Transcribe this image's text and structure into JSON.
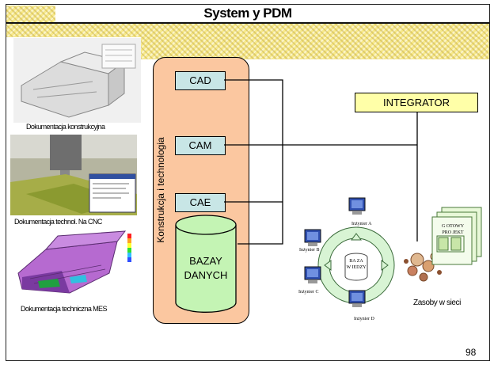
{
  "slide": {
    "title": "System y PDM",
    "page_number": "98"
  },
  "left_images": [
    {
      "caption": "Dokumentacja konstrukcyjna"
    },
    {
      "caption": "Dokumentacja technol. Na CNC"
    },
    {
      "caption": "Dokumentacja techniczna MES"
    }
  ],
  "center_block": {
    "vertical_label": "Konstrukcja i technologia",
    "tools": [
      "CAD",
      "CAM",
      "CAE"
    ],
    "database_label_line1": "BAZAY",
    "database_label_line2": "DANYCH"
  },
  "integrator": {
    "label": "INTEGRATOR"
  },
  "network": {
    "center_label_line1": "BA ZA",
    "center_label_line2": "W IEDZY",
    "engineers": [
      "Inżynier A",
      "Inżynier B",
      "Inżynier C",
      "Inżynier D"
    ],
    "resources_caption": "Zasoby w sieci",
    "final_project_line1": "G OTOWY",
    "final_project_line2": "PRO JEKT"
  },
  "colors": {
    "orange_panel": "#fbc7a0",
    "tool_box": "#c8e6e6",
    "database": "#c4f4b4",
    "integrator": "#ffffa8",
    "pattern": "#f7e98a"
  }
}
